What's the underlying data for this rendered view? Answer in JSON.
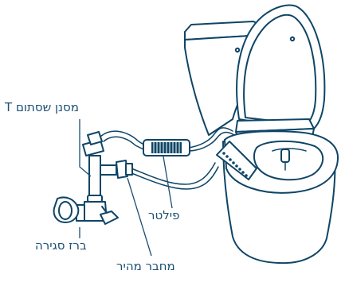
{
  "labels": {
    "t_valve": "מסנן שסתום T",
    "filter": "פילטר",
    "shutoff_valve": "ברז סגירה",
    "quick_connector": "מחבר מהיר"
  },
  "colors": {
    "line": "#0e4566",
    "label": "#1b4f72",
    "background": "#ffffff"
  }
}
